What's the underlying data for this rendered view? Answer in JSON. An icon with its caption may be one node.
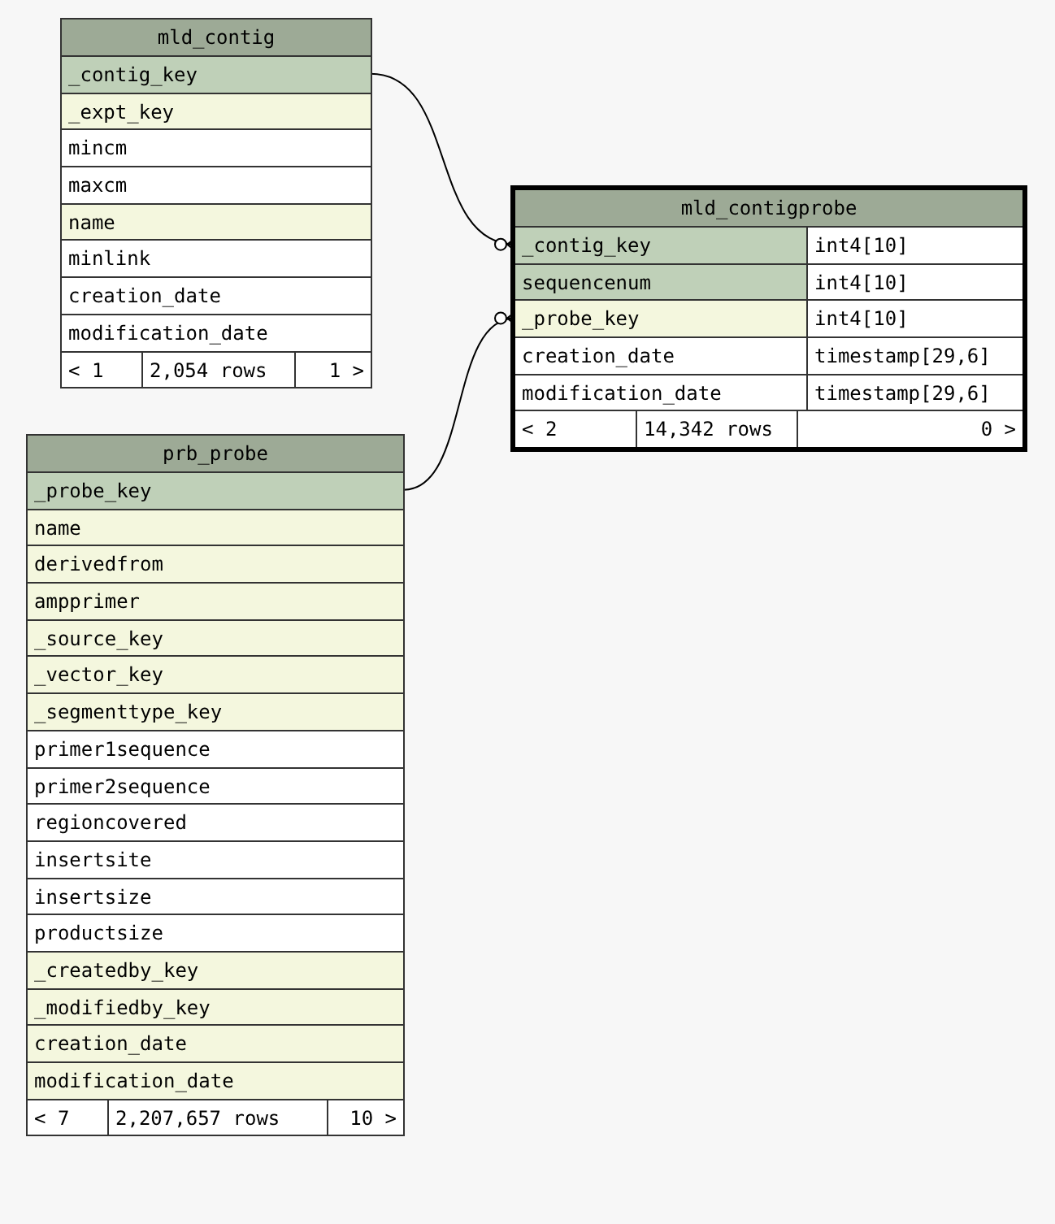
{
  "diagram": {
    "nodes": [
      {
        "text": [
          "mld_contig"
        ]
      },
      {
        "text": [
          "_contig_key"
        ],
        "in": 0
      },
      {
        "text": [
          "_expt_key"
        ],
        "in": 0
      },
      {
        "text": [
          "mincm"
        ],
        "in": 0
      },
      {
        "text": [
          "maxcm"
        ],
        "in": 0
      },
      {
        "text": [
          "name"
        ],
        "in": 0
      },
      {
        "text": [
          "minlink"
        ],
        "in": 0
      },
      {
        "text": [
          "creation_date"
        ],
        "in": 0
      },
      {
        "text": [
          "modification_date"
        ],
        "in": 0
      },
      {
        "text": [
          "< 1",
          "2,054 rows",
          "1 >"
        ],
        "in": 0
      },
      {
        "text": [
          "mld_contigprobe"
        ]
      },
      {
        "text": [
          "_contig_key",
          "int4[10]"
        ],
        "in": 10
      },
      {
        "text": [
          "sequencenum",
          "int4[10]"
        ],
        "in": 10
      },
      {
        "text": [
          "_probe_key",
          "int4[10]"
        ],
        "in": 10
      },
      {
        "text": [
          "creation_date",
          "timestamp[29,6]"
        ],
        "in": 10
      },
      {
        "text": [
          "modification_date",
          "timestamp[29,6]"
        ],
        "in": 10
      },
      {
        "text": [
          "< 2",
          "14,342 rows",
          "0 >"
        ],
        "in": 10
      },
      {
        "text": [
          "prb_probe"
        ]
      },
      {
        "text": [
          "_probe_key"
        ],
        "in": 17
      },
      {
        "text": [
          "name"
        ],
        "in": 17
      },
      {
        "text": [
          "derivedfrom"
        ],
        "in": 17
      },
      {
        "text": [
          "ampprimer"
        ],
        "in": 17
      },
      {
        "text": [
          "_source_key"
        ],
        "in": 17
      },
      {
        "text": [
          "_vector_key"
        ],
        "in": 17
      },
      {
        "text": [
          "_segmenttype_key"
        ],
        "in": 17
      },
      {
        "text": [
          "primer1sequence"
        ],
        "in": 17
      },
      {
        "text": [
          "primer2sequence"
        ],
        "in": 17
      },
      {
        "text": [
          "regioncovered"
        ],
        "in": 17
      },
      {
        "text": [
          "insertsite"
        ],
        "in": 17
      },
      {
        "text": [
          "insertsize"
        ],
        "in": 17
      },
      {
        "text": [
          "productsize"
        ],
        "in": 17
      },
      {
        "text": [
          "_createdby_key"
        ],
        "in": 17
      },
      {
        "text": [
          "_modifiedby_key"
        ],
        "in": 17
      },
      {
        "text": [
          "creation_date"
        ],
        "in": 17
      },
      {
        "text": [
          "modification_date"
        ],
        "in": 17
      },
      {
        "text": [
          "< 7",
          "2,207,657 rows",
          "10 >"
        ],
        "in": 17
      }
    ],
    "edges": [
      {
        "from": 11,
        "to": 1,
        "arrow": "other"
      },
      {
        "from": 13,
        "to": 18,
        "arrow": "other"
      }
    ]
  }
}
